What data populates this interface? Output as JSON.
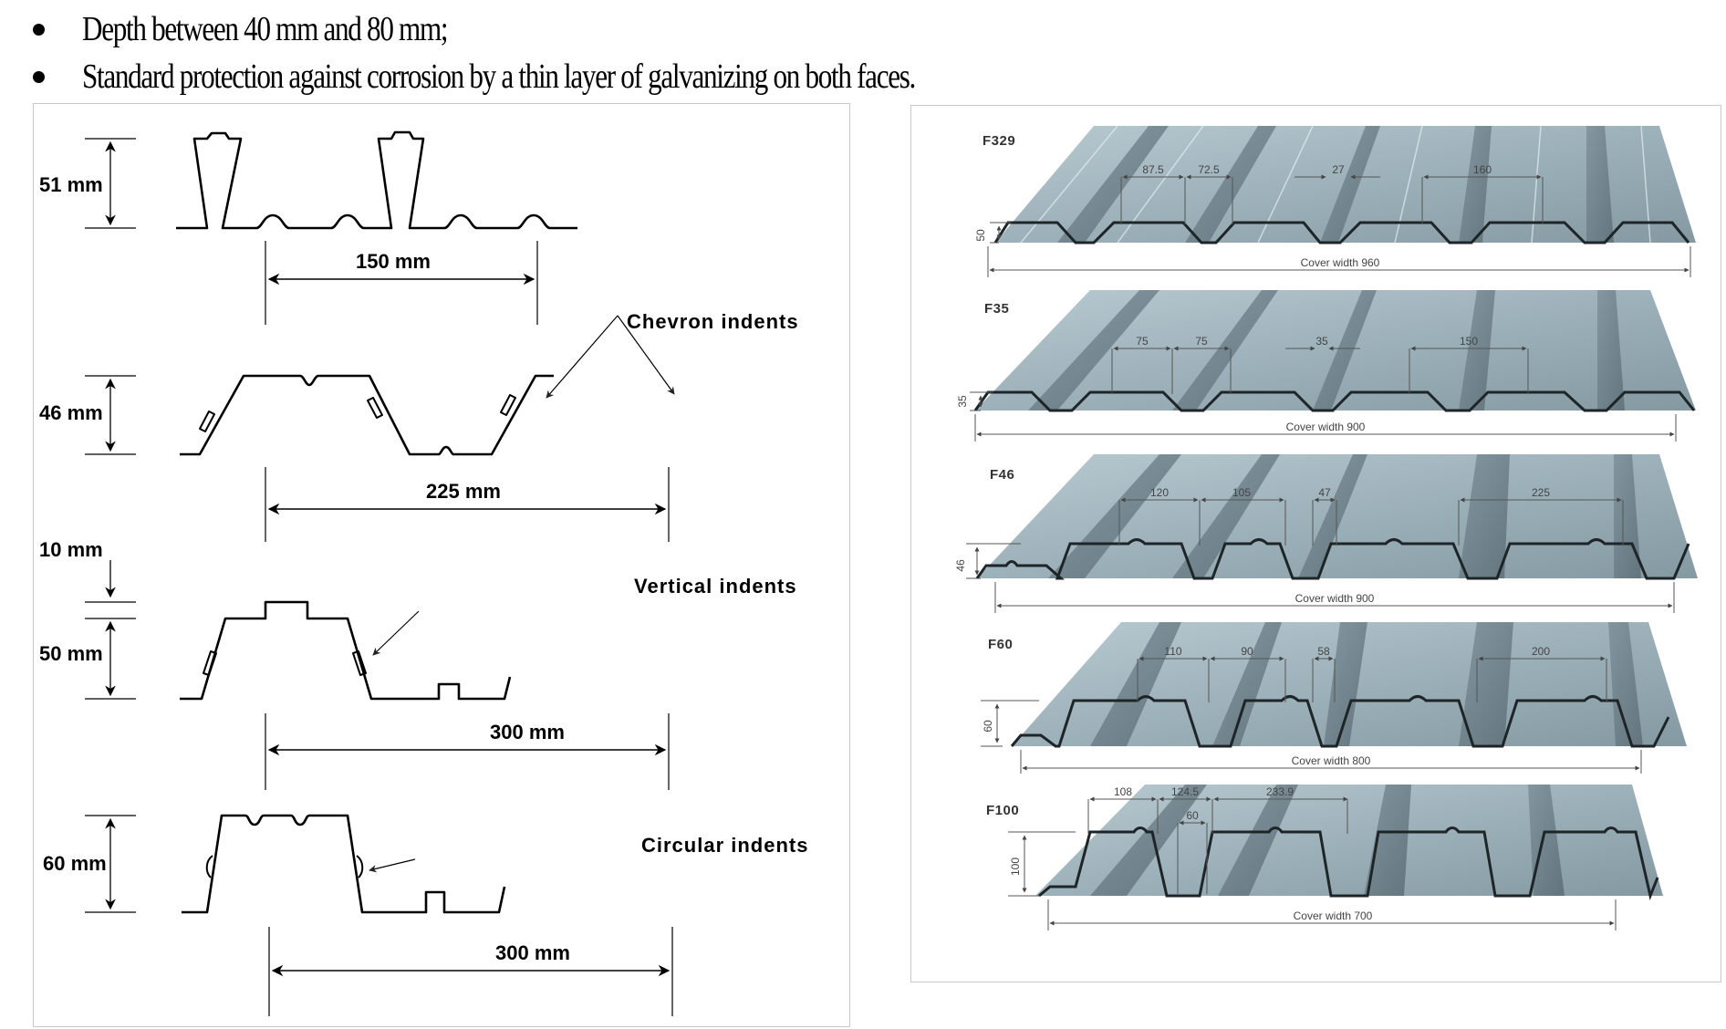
{
  "bullets": [
    {
      "text": "Depth between 40 mm and 80 mm;"
    },
    {
      "text": "Standard protection against corrosion by a thin layer of galvanizing on both faces."
    }
  ],
  "left_figure": {
    "profiles": [
      {
        "depth_label": "51 mm",
        "pitch_label": "150 mm",
        "annotation": ""
      },
      {
        "depth_label": "46 mm",
        "pitch_label": "225 mm",
        "annotation": "Chevron indents"
      },
      {
        "depth_label": "50 mm",
        "extra_depth_label": "10 mm",
        "pitch_label": "300 mm",
        "annotation": "Vertical indents"
      },
      {
        "depth_label": "60 mm",
        "pitch_label": "300 mm",
        "annotation": "Circular indents"
      }
    ]
  },
  "right_figure": {
    "colors": {
      "steel_light": "#a9bcc4",
      "steel_mid": "#8fa4ad",
      "steel_dark": "#5e7078",
      "edge": "#2b3236"
    },
    "profiles": [
      {
        "name": "F329",
        "height": "50",
        "dims": [
          "87.5",
          "72.5",
          "27",
          "160"
        ],
        "cover_width": "Cover width 960"
      },
      {
        "name": "F35",
        "height": "35",
        "dims": [
          "75",
          "75",
          "35",
          "150"
        ],
        "cover_width": "Cover width 900"
      },
      {
        "name": "F46",
        "height": "46",
        "dims": [
          "120",
          "105",
          "47",
          "225"
        ],
        "cover_width": "Cover width 900"
      },
      {
        "name": "F60",
        "height": "60",
        "dims": [
          "110",
          "90",
          "58",
          "200"
        ],
        "cover_width": "Cover width 800"
      },
      {
        "name": "F100",
        "height": "100",
        "dims": [
          "108",
          "124.5",
          "233.9",
          "60"
        ],
        "cover_width": "Cover width 700"
      }
    ]
  }
}
